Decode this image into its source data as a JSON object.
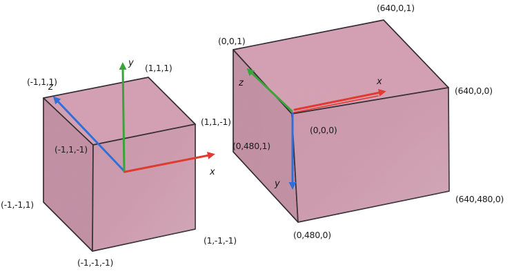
{
  "colors": {
    "background": "#ffffff",
    "face_top": "#d6a3b5",
    "face_front": "#cd9aad",
    "face_side": "#c493a6",
    "edge": "#332d32",
    "axis_red": "#e03a31",
    "axis_green": "#3ba33b",
    "axis_blue": "#2f6fdb",
    "text": "#1b1b1b"
  },
  "ndc_cube": {
    "labels": {
      "top_left": "(-1,1,1)",
      "top_back": "(1,1,1)",
      "top_right": "(1,1,-1)",
      "top_front": "(-1,1,-1)",
      "bottom_left": "(-1,-1,1)",
      "bottom_right": "(1,-1,-1)",
      "bottom_front": "(-1,-1,-1)"
    },
    "axes": {
      "x": {
        "label": "x",
        "color": "#e03a31"
      },
      "y": {
        "label": "y",
        "color": "#3ba33b"
      },
      "z": {
        "label": "z",
        "color": "#2f6fdb"
      }
    }
  },
  "screen_cube": {
    "labels": {
      "top_left": "(0,0,1)",
      "top_back": "(640,0,1)",
      "top_right": "(640,0,0)",
      "origin": "(0,0,0)",
      "left_bottom": "(0,480,1)",
      "bottom_front": "(0,480,0)",
      "bottom_right": "(640,480,0)"
    },
    "axes": {
      "x": {
        "label": "x",
        "color": "#e03a31"
      },
      "y": {
        "label": "y",
        "color": "#2f6fdb"
      },
      "z": {
        "label": "z",
        "color": "#3ba33b"
      }
    }
  }
}
